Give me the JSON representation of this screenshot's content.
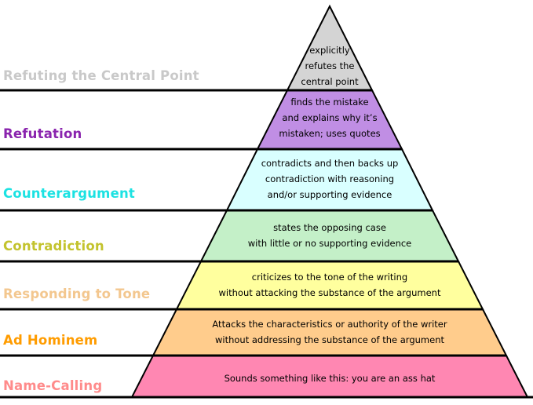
{
  "levels": [
    {
      "label": "Refuting the Central Point",
      "label_color": "#c9c9c9",
      "band_color": "#d4d4d4",
      "description": "explicitly\nrefutes the\ncentral point"
    },
    {
      "label": "Refutation",
      "label_color": "#8a24ae",
      "band_color": "#c08ee4",
      "description": "finds the mistake\nand explains why it’s\nmistaken; uses quotes"
    },
    {
      "label": "Counterargument",
      "label_color": "#1ce2e2",
      "band_color": "#d9ffff",
      "description": "contradicts and then backs up\ncontradiction with reasoning\nand/or supporting evidence"
    },
    {
      "label": "Contradiction",
      "label_color": "#c3c32e",
      "band_color": "#c4f0c8",
      "description": "states the opposing case\nwith little or no supporting evidence"
    },
    {
      "label": "Responding to Tone",
      "label_color": "#f3c78f",
      "band_color": "#ffff9e",
      "description": "criticizes to the tone of the writing\nwithout attacking the substance of the argument"
    },
    {
      "label": "Ad Hominem",
      "label_color": "#ff9c00",
      "band_color": "#ffcc8c",
      "description": "Attacks the  characteristics or authority of the writer\nwithout addressing the substance of the argument"
    },
    {
      "label": "Name-Calling",
      "label_color": "#ff8b8b",
      "band_color": "#ff87b2",
      "description": "Sounds something like this: you are an ass hat"
    }
  ]
}
